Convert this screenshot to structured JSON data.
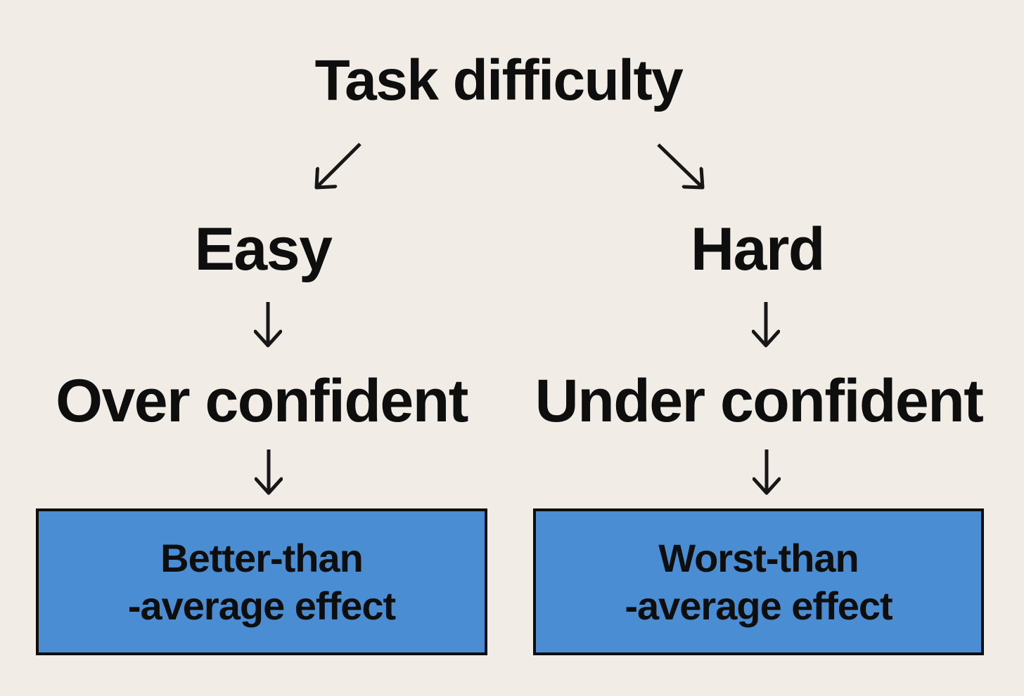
{
  "diagram": {
    "title": "Task difficulty",
    "nodes": {
      "easy": {
        "label": "Easy"
      },
      "hard": {
        "label": "Hard"
      },
      "overconfident": {
        "label": "Over confident"
      },
      "underconfident": {
        "label": "Under confident"
      },
      "better_box": {
        "line1": "Better-than",
        "line2": "-average effect"
      },
      "worst_box": {
        "line1": "Worst-than",
        "line2": "-average effect"
      }
    },
    "edges": [
      {
        "from": "Task difficulty",
        "to": "Easy"
      },
      {
        "from": "Task difficulty",
        "to": "Hard"
      },
      {
        "from": "Easy",
        "to": "Over confident"
      },
      {
        "from": "Hard",
        "to": "Under confident"
      },
      {
        "from": "Over confident",
        "to": "Better-than -average effect"
      },
      {
        "from": "Under confident",
        "to": "Worst-than -average effect"
      }
    ],
    "colors": {
      "background": "#f1ede6",
      "box_fill": "#4a8dd2",
      "box_border": "#0d0d0d",
      "text": "#0e0e0e",
      "arrow": "#171717"
    }
  }
}
